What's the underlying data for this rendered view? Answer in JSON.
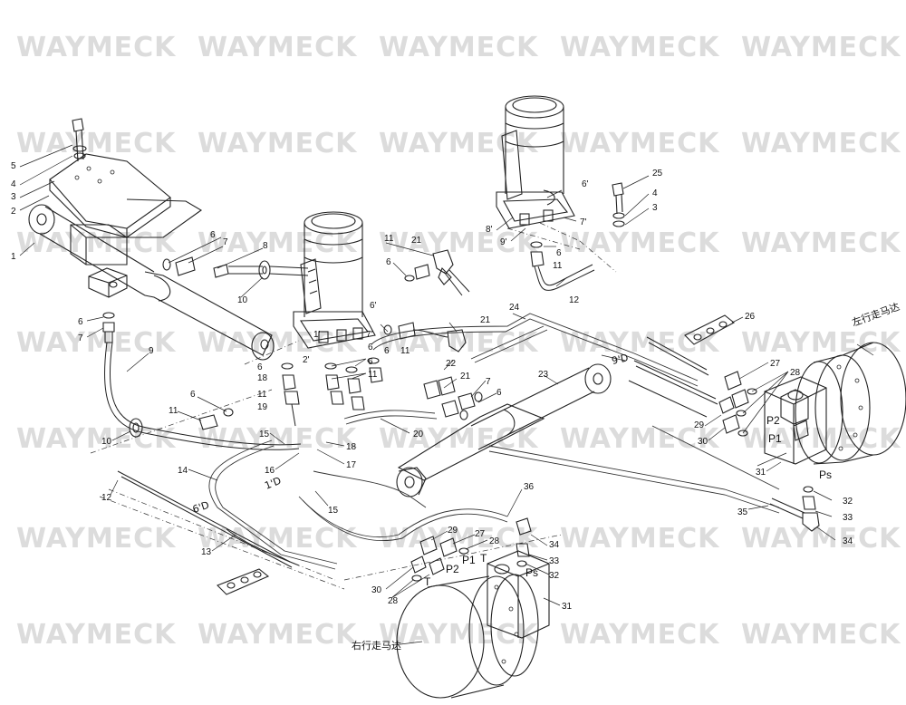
{
  "diagram": {
    "watermark": "WAYMECK",
    "callouts": [
      "1",
      "2",
      "3",
      "4",
      "5",
      "6",
      "7",
      "8",
      "9",
      "10",
      "11",
      "12",
      "13",
      "14",
      "15",
      "16",
      "17",
      "18",
      "19",
      "20",
      "21",
      "22",
      "23",
      "24",
      "25",
      "26",
      "27",
      "28",
      "29",
      "30",
      "31",
      "32",
      "33",
      "34",
      "35",
      "36"
    ],
    "primed_callouts": [
      "6'",
      "7'",
      "8'",
      "9'",
      "2'",
      "1'"
    ],
    "port_labels": [
      "P1",
      "P2",
      "T",
      "Ps"
    ],
    "annotations": {
      "left_travel_motor": "左行走马达",
      "right_travel_motor": "右行走马达",
      "hose_9d": "9'D",
      "hose_6d": "6'D",
      "hose_1d": "1'D"
    }
  }
}
